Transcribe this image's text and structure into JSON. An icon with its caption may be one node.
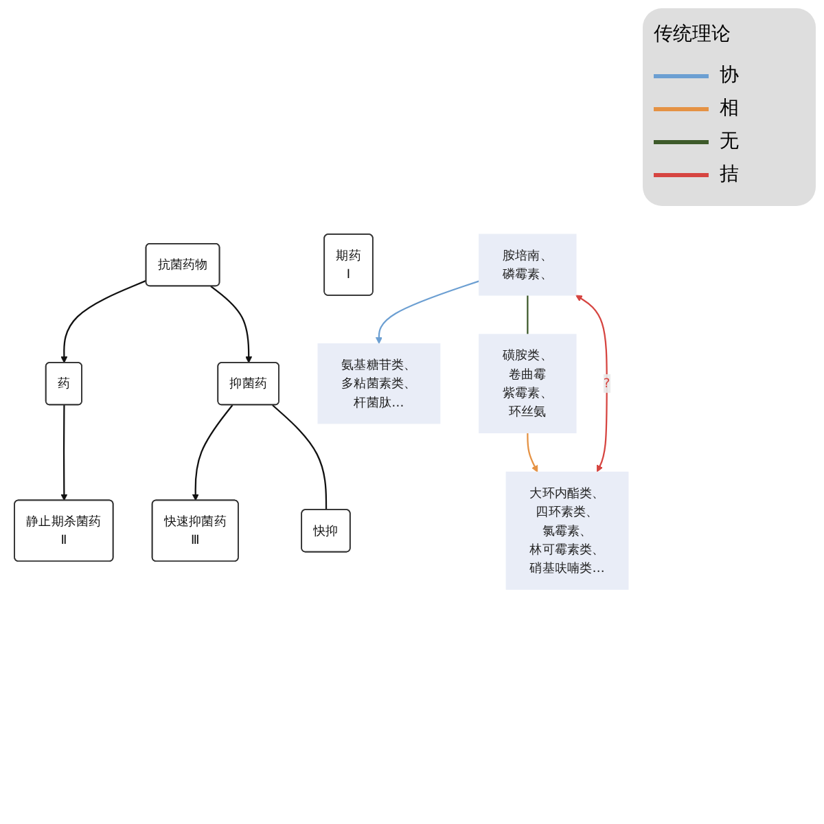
{
  "diagram": {
    "nodes": [
      {
        "text": [
          "抗菌药物"
        ]
      },
      {
        "text": [
          "药"
        ]
      },
      {
        "text": [
          "抑菌药"
        ]
      },
      {
        "text": [
          "期药",
          "Ⅰ"
        ]
      },
      {
        "text": [
          "静止期杀菌药",
          "Ⅱ"
        ]
      },
      {
        "text": [
          "快速抑菌药",
          "Ⅲ"
        ]
      },
      {
        "text": [
          "快抑"
        ]
      },
      {
        "text": [
          "胺培南、",
          "磷霉素、"
        ]
      },
      {
        "text": [
          "氨基糖苷类、",
          "多粘菌素类、",
          "杆菌肽…"
        ]
      },
      {
        "text": [
          "大环内酯类、",
          "四环素类、",
          "氯霉素、",
          "林可霉素类、",
          "硝基呋喃类…"
        ]
      },
      {
        "text": [
          "磺胺类、",
          "卷曲霉",
          "紫霉素、",
          "环丝氨"
        ]
      }
    ],
    "edges": [
      {
        "from": 0,
        "to": 1,
        "arrow": "to"
      },
      {
        "from": 0,
        "to": 2,
        "arrow": "to"
      },
      {
        "from": 1,
        "to": 4,
        "arrow": "to"
      },
      {
        "from": 2,
        "to": 5,
        "arrow": "to"
      },
      {
        "from": 2,
        "to": 6,
        "arrow": "none"
      },
      {
        "from": 7,
        "to": 8,
        "arrow": "to",
        "color": "#6c9fd2"
      },
      {
        "from": 10,
        "to": 9,
        "arrow": "to",
        "color": "#e59244"
      },
      {
        "from": 9,
        "to": 7,
        "arrow": "both",
        "label": "?",
        "color": "#d64541"
      },
      {
        "from": 7,
        "to": 10,
        "arrow": "none",
        "color": "#3d5a2a"
      }
    ],
    "labels": [
      "传统理论"
    ],
    "legend": [
      {
        "text": "协"
      },
      {
        "text": "相"
      },
      {
        "text": "无"
      },
      {
        "text": "拮"
      }
    ]
  }
}
